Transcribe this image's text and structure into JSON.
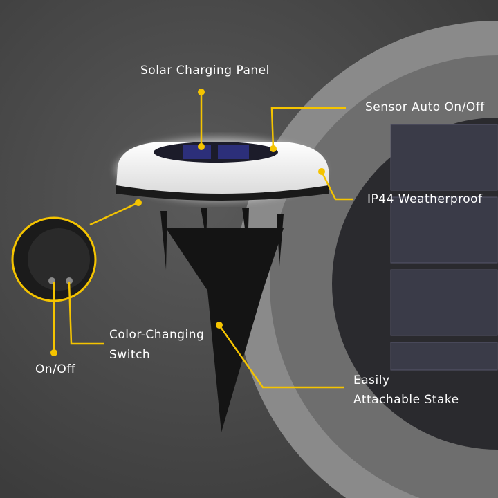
{
  "labels": {
    "solar_panel": "Solar Charging Panel",
    "sensor": "Sensor Auto On/Off",
    "weatherproof": "IP44 Weatherproof",
    "color_switch_1": "Color-Changing",
    "color_switch_2": "Switch",
    "on_off": "On/Off",
    "stake_1": "Easily",
    "stake_2": "Attachable Stake"
  },
  "colors": {
    "background": "#4b4b4b",
    "accent": "#f5c400",
    "ring": "#8a8a8a",
    "panel": "#2a2a2e"
  }
}
